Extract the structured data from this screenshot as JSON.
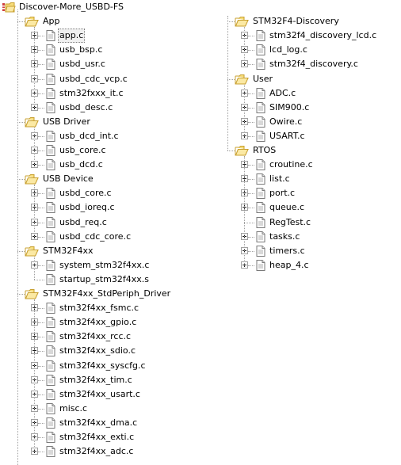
{
  "project": {
    "name": "Discover-More_USBD-FS",
    "columns": [
      {
        "groups": [
          {
            "name": "App",
            "files": [
              {
                "name": "app.c",
                "expandable": true,
                "selected": true
              },
              {
                "name": "usb_bsp.c",
                "expandable": true
              },
              {
                "name": "usbd_usr.c",
                "expandable": true
              },
              {
                "name": "usbd_cdc_vcp.c",
                "expandable": true
              },
              {
                "name": "stm32fxxx_it.c",
                "expandable": true
              },
              {
                "name": "usbd_desc.c",
                "expandable": true
              }
            ]
          },
          {
            "name": "USB Driver",
            "files": [
              {
                "name": "usb_dcd_int.c",
                "expandable": true
              },
              {
                "name": "usb_core.c",
                "expandable": true
              },
              {
                "name": "usb_dcd.c",
                "expandable": true
              }
            ]
          },
          {
            "name": "USB Device",
            "files": [
              {
                "name": "usbd_core.c",
                "expandable": true
              },
              {
                "name": "usbd_ioreq.c",
                "expandable": true
              },
              {
                "name": "usbd_req.c",
                "expandable": true
              },
              {
                "name": "usbd_cdc_core.c",
                "expandable": true
              }
            ]
          },
          {
            "name": "STM32F4xx",
            "files": [
              {
                "name": "system_stm32f4xx.c",
                "expandable": true
              },
              {
                "name": "startup_stm32f4xx.s",
                "expandable": false
              }
            ]
          },
          {
            "name": "STM32F4xx_StdPeriph_Driver",
            "files": [
              {
                "name": "stm32f4xx_fsmc.c",
                "expandable": true
              },
              {
                "name": "stm32f4xx_gpio.c",
                "expandable": true
              },
              {
                "name": "stm32f4xx_rcc.c",
                "expandable": true
              },
              {
                "name": "stm32f4xx_sdio.c",
                "expandable": true
              },
              {
                "name": "stm32f4xx_syscfg.c",
                "expandable": true
              },
              {
                "name": "stm32f4xx_tim.c",
                "expandable": true
              },
              {
                "name": "stm32f4xx_usart.c",
                "expandable": true
              },
              {
                "name": "misc.c",
                "expandable": true
              },
              {
                "name": "stm32f4xx_dma.c",
                "expandable": true
              },
              {
                "name": "stm32f4xx_exti.c",
                "expandable": true
              },
              {
                "name": "stm32f4xx_adc.c",
                "expandable": true
              }
            ]
          }
        ]
      },
      {
        "groups": [
          {
            "name": "STM32F4-Discovery",
            "files": [
              {
                "name": "stm32f4_discovery_lcd.c",
                "expandable": true
              },
              {
                "name": "lcd_log.c",
                "expandable": true
              },
              {
                "name": "stm32f4_discovery.c",
                "expandable": true
              }
            ]
          },
          {
            "name": "User",
            "files": [
              {
                "name": "ADC.c",
                "expandable": true
              },
              {
                "name": "SIM900.c",
                "expandable": true
              },
              {
                "name": "Owire.c",
                "expandable": true
              },
              {
                "name": "USART.c",
                "expandable": true
              }
            ]
          },
          {
            "name": "RTOS",
            "files": [
              {
                "name": "croutine.c",
                "expandable": true
              },
              {
                "name": "list.c",
                "expandable": true
              },
              {
                "name": "port.c",
                "expandable": true
              },
              {
                "name": "queue.c",
                "expandable": true
              },
              {
                "name": "RegTest.c",
                "expandable": false
              },
              {
                "name": "tasks.c",
                "expandable": true
              },
              {
                "name": "timers.c",
                "expandable": true
              },
              {
                "name": "heap_4.c",
                "expandable": true
              }
            ]
          }
        ]
      }
    ]
  },
  "colors": {
    "folder_fill": "#f6dc7a",
    "folder_edge": "#c8a030",
    "tree_line": "#a0a0a0"
  },
  "icons": {
    "root": "project-icon",
    "group": "open-folder-icon",
    "file": "document-icon",
    "expander": "plus-box-icon"
  }
}
